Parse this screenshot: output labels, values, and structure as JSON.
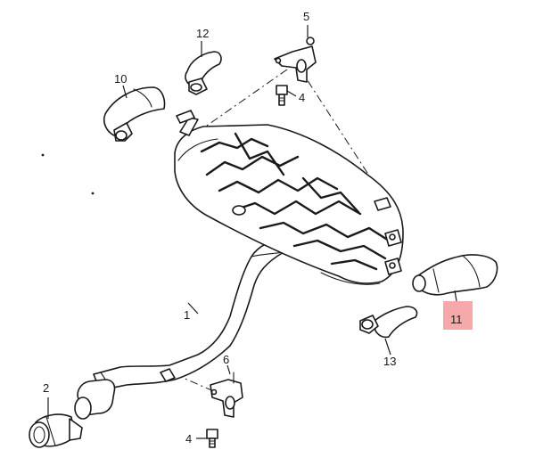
{
  "diagram": {
    "highlight_color": "#f5a9ab",
    "callouts": [
      {
        "id": "1",
        "text": "1"
      },
      {
        "id": "2",
        "text": "2"
      },
      {
        "id": "4a",
        "text": "4"
      },
      {
        "id": "4b",
        "text": "4"
      },
      {
        "id": "5",
        "text": "5"
      },
      {
        "id": "6",
        "text": "6"
      },
      {
        "id": "10",
        "text": "10"
      },
      {
        "id": "11",
        "text": "11",
        "highlighted": true
      },
      {
        "id": "12",
        "text": "12"
      },
      {
        "id": "13",
        "text": "13"
      }
    ]
  }
}
